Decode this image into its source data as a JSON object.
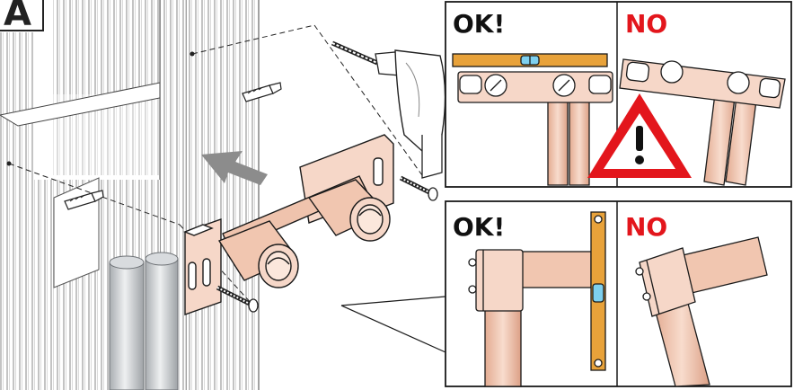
{
  "step": {
    "label": "A"
  },
  "top_panel": {
    "ok_label": "OK!",
    "no_label": "NO"
  },
  "bottom_panel": {
    "ok_label": "OK!",
    "no_label": "NO"
  },
  "colors": {
    "ok": "#111111",
    "no": "#e3161c",
    "copper": "#f1c6b0",
    "copper_dark": "#d59c83",
    "level_body": "#e8a23a",
    "level_bubble": "#7ed0ee",
    "warning_red": "#e3161c",
    "line": "#1a1a1a",
    "wall_stroke": "#555555",
    "arrow_gray": "#8c8c8c",
    "pipe_gray": "#cfd2d5"
  },
  "icons": [
    "warning-triangle-icon",
    "install-direction-arrow-icon",
    "spirit-level-icon",
    "drill-icon"
  ]
}
